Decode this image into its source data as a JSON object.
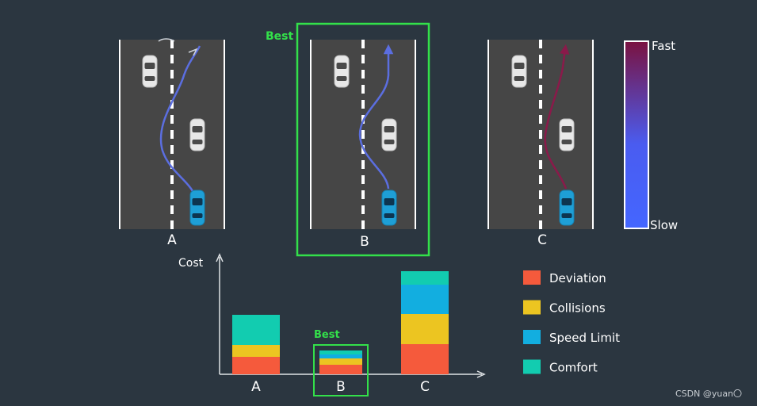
{
  "scenarios": [
    {
      "label": "A",
      "trajectory_color": "#5b6ee0"
    },
    {
      "label": "B",
      "trajectory_color": "#5b6ee0"
    },
    {
      "label": "C",
      "trajectory_color": "#8a1a4a"
    }
  ],
  "best_label_top": "Best",
  "best_label_chart": "Best",
  "speed_scale": {
    "top": "Fast",
    "bottom": "Slow",
    "fast_color": "#7a1240",
    "slow_color": "#4466ff"
  },
  "chart_data": {
    "type": "bar",
    "stacked": true,
    "ylabel": "Cost",
    "categories": [
      "A",
      "B",
      "C"
    ],
    "series": [
      {
        "name": "Deviation",
        "color": "#f55a3c",
        "values": [
          22,
          12,
          38
        ]
      },
      {
        "name": "Collisions",
        "color": "#ecc521",
        "values": [
          15,
          8,
          38
        ]
      },
      {
        "name": "Speed Limit",
        "color": "#12aee0",
        "values": [
          0,
          5,
          37
        ]
      },
      {
        "name": "Comfort",
        "color": "#12ccb0",
        "values": [
          38,
          5,
          17
        ]
      }
    ],
    "best": "B"
  },
  "watermark": "CSDN @yuan〇"
}
